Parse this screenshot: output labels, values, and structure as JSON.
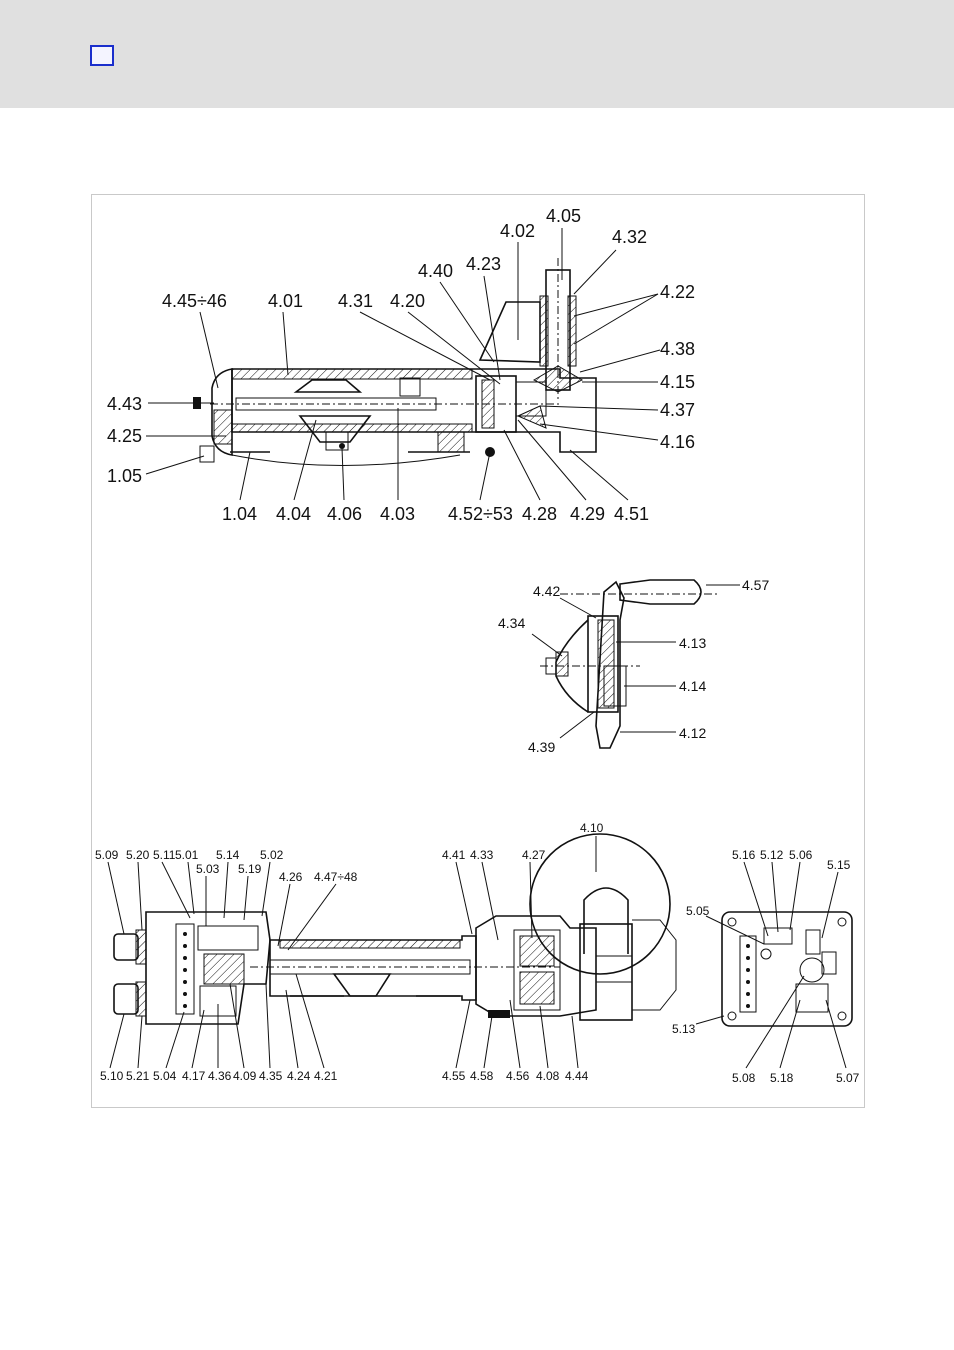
{
  "colors": {
    "band": "#e0e0e0",
    "marker": "#1a2ecc",
    "ink": "#111111"
  },
  "top_view_labels": [
    "4.45÷46",
    "4.01",
    "4.31",
    "4.20",
    "4.40",
    "4.23",
    "4.02",
    "4.05",
    "4.32",
    "4.22",
    "4.38",
    "4.15",
    "4.37",
    "4.16",
    "4.43",
    "4.25",
    "1.05",
    "1.04",
    "4.04",
    "4.06",
    "4.03",
    "4.52÷53",
    "4.28",
    "4.29",
    "4.51"
  ],
  "handwheel_labels": [
    "4.42",
    "4.57",
    "4.34",
    "4.13",
    "4.14",
    "4.39",
    "4.12"
  ],
  "bottom_labels": [
    "5.09",
    "5.20",
    "5.11",
    "5.01",
    "5.03",
    "5.14",
    "5.19",
    "5.02",
    "4.26",
    "4.47÷48",
    "4.41",
    "4.33",
    "4.27",
    "4.10",
    "5.10",
    "5.21",
    "5.04",
    "4.17",
    "4.36",
    "4.09",
    "4.35",
    "4.24",
    "4.21",
    "4.55",
    "4.58",
    "4.56",
    "4.08",
    "4.44"
  ],
  "box_labels": [
    "5.16",
    "5.12",
    "5.06",
    "5.15",
    "5.05",
    "5.13",
    "5.08",
    "5.18",
    "5.07"
  ]
}
